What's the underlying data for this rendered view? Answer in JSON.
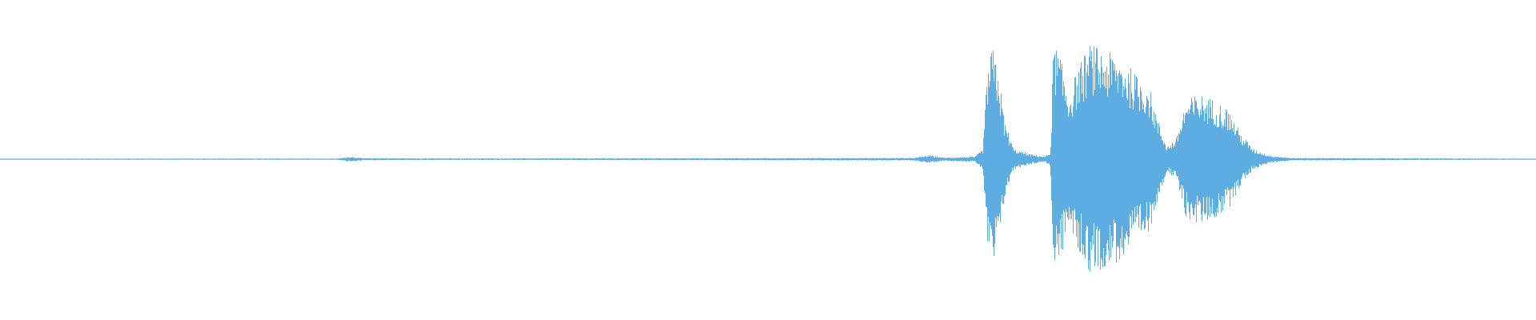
{
  "waveform": {
    "color": "#5dade2",
    "background": "#ffffff",
    "channels": 1,
    "amplitude_range": [
      -1,
      1
    ],
    "duration_fraction_domain": [
      0,
      1
    ],
    "envelope": [
      {
        "t": 0.0,
        "a": 0.004
      },
      {
        "t": 0.22,
        "a": 0.005
      },
      {
        "t": 0.228,
        "a": 0.02
      },
      {
        "t": 0.236,
        "a": 0.008
      },
      {
        "t": 0.3,
        "a": 0.006
      },
      {
        "t": 0.595,
        "a": 0.01
      },
      {
        "t": 0.605,
        "a": 0.03
      },
      {
        "t": 0.615,
        "a": 0.012
      },
      {
        "t": 0.635,
        "a": 0.02
      },
      {
        "t": 0.64,
        "a": 0.08
      },
      {
        "t": 0.643,
        "a": 0.7
      },
      {
        "t": 0.646,
        "a": 0.86
      },
      {
        "t": 0.65,
        "a": 0.7
      },
      {
        "t": 0.654,
        "a": 0.3
      },
      {
        "t": 0.66,
        "a": 0.08
      },
      {
        "t": 0.67,
        "a": 0.04
      },
      {
        "t": 0.68,
        "a": 0.02
      },
      {
        "t": 0.684,
        "a": 0.05
      },
      {
        "t": 0.686,
        "a": 0.9
      },
      {
        "t": 0.69,
        "a": 0.8
      },
      {
        "t": 0.696,
        "a": 0.5
      },
      {
        "t": 0.702,
        "a": 0.7
      },
      {
        "t": 0.71,
        "a": 0.88
      },
      {
        "t": 0.72,
        "a": 0.82
      },
      {
        "t": 0.73,
        "a": 0.78
      },
      {
        "t": 0.74,
        "a": 0.64
      },
      {
        "t": 0.748,
        "a": 0.58
      },
      {
        "t": 0.754,
        "a": 0.3
      },
      {
        "t": 0.76,
        "a": 0.1
      },
      {
        "t": 0.766,
        "a": 0.16
      },
      {
        "t": 0.772,
        "a": 0.44
      },
      {
        "t": 0.78,
        "a": 0.5
      },
      {
        "t": 0.79,
        "a": 0.46
      },
      {
        "t": 0.8,
        "a": 0.38
      },
      {
        "t": 0.808,
        "a": 0.2
      },
      {
        "t": 0.816,
        "a": 0.08
      },
      {
        "t": 0.826,
        "a": 0.03
      },
      {
        "t": 0.84,
        "a": 0.01
      },
      {
        "t": 1.0,
        "a": 0.004
      }
    ]
  }
}
